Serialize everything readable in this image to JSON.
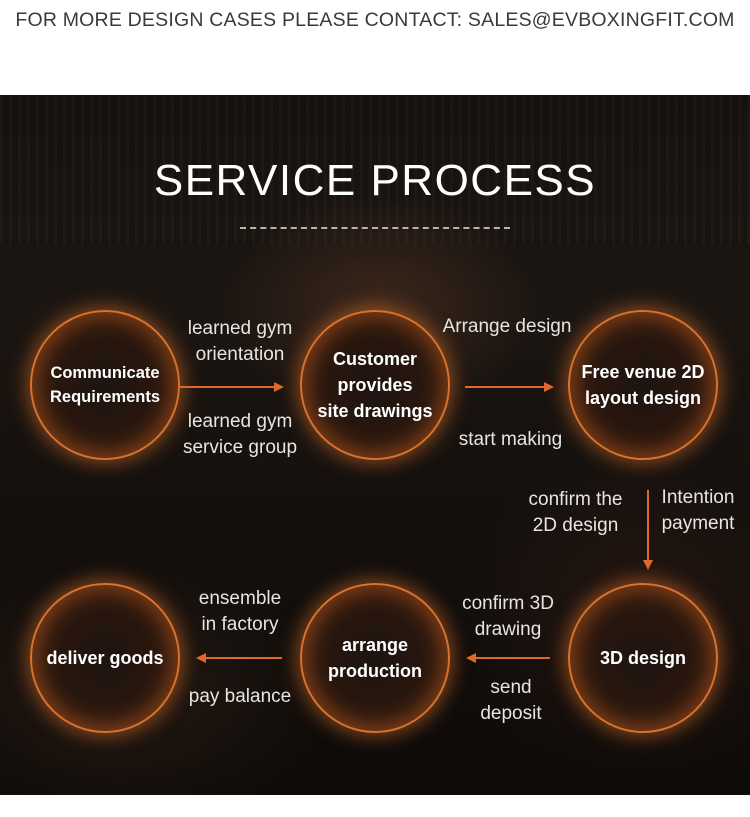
{
  "banner": {
    "text": "FOR MORE DESIGN CASES PLEASE CONTACT: SALES@EVBOXINGFIT.COM"
  },
  "title": "SERVICE PROCESS",
  "colors": {
    "accent": "#d9722c",
    "arrow": "#e0682a",
    "text": "#ffffff"
  },
  "steps": [
    {
      "label": "Communicate\nRequirements"
    },
    {
      "label": "Customer\nprovides\nsite drawings"
    },
    {
      "label": "Free venue 2D\nlayout design"
    },
    {
      "label": "3D design"
    },
    {
      "label": "arrange\nproduction"
    },
    {
      "label": "deliver goods"
    }
  ],
  "notes": {
    "n1": "learned gym\norientation",
    "n2": "learned gym\nservice group",
    "n3": "Arrange design",
    "n4": "start making",
    "n5": "confirm the\n2D design",
    "n6": "Intention\npayment",
    "n7": "confirm 3D\ndrawing",
    "n8": "send\ndeposit",
    "n9": "ensemble\nin factory",
    "n10": "pay balance"
  }
}
